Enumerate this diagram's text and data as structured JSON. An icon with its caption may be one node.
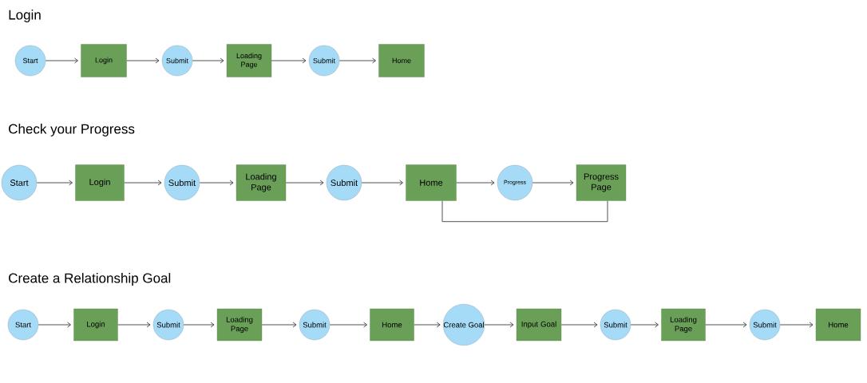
{
  "diagram": {
    "nodes": [
      {
        "text": [
          "Start"
        ]
      },
      {
        "text": [
          "Login"
        ]
      },
      {
        "text": [
          "Submit"
        ]
      },
      {
        "text": [
          "Loading Page"
        ]
      },
      {
        "text": [
          "Submit"
        ]
      },
      {
        "text": [
          "Home"
        ]
      },
      {
        "text": [
          "Start"
        ]
      },
      {
        "text": [
          "Login"
        ]
      },
      {
        "text": [
          "Submit"
        ]
      },
      {
        "text": [
          "Loading Page"
        ]
      },
      {
        "text": [
          "Submit"
        ]
      },
      {
        "text": [
          "Home"
        ]
      },
      {
        "text": [
          "Progress"
        ]
      },
      {
        "text": [
          "Progress Page"
        ]
      },
      {
        "text": [
          "Start"
        ]
      },
      {
        "text": [
          "Login"
        ]
      },
      {
        "text": [
          "Submit"
        ]
      },
      {
        "text": [
          "Loading Page"
        ]
      },
      {
        "text": [
          "Submit"
        ]
      },
      {
        "text": [
          "Home"
        ]
      },
      {
        "text": [
          "Create Goal"
        ]
      },
      {
        "text": [
          "Input Goal"
        ]
      },
      {
        "text": [
          "Submit"
        ]
      },
      {
        "text": [
          "Loading Page"
        ]
      },
      {
        "text": [
          "Submit"
        ]
      },
      {
        "text": [
          "Home"
        ]
      }
    ],
    "edges": [
      {
        "from": 0,
        "to": 1,
        "arrow": "to"
      },
      {
        "from": 1,
        "to": 2,
        "arrow": "to"
      },
      {
        "from": 2,
        "to": 3,
        "arrow": "to"
      },
      {
        "from": 3,
        "to": 4,
        "arrow": "to"
      },
      {
        "from": 4,
        "to": 5,
        "arrow": "to"
      },
      {
        "from": 6,
        "to": 7,
        "arrow": "to"
      },
      {
        "from": 7,
        "to": 8,
        "arrow": "to"
      },
      {
        "from": 8,
        "to": 9,
        "arrow": "to"
      },
      {
        "from": 9,
        "to": 10,
        "arrow": "to"
      },
      {
        "from": 10,
        "to": 11,
        "arrow": "to"
      },
      {
        "from": 11,
        "to": 12,
        "arrow": "to"
      },
      {
        "from": 12,
        "to": 13,
        "arrow": "to"
      },
      {
        "from": 11,
        "to": 13,
        "arrow": "none"
      },
      {
        "from": 14,
        "to": 15,
        "arrow": "to"
      },
      {
        "from": 15,
        "to": 16,
        "arrow": "to"
      },
      {
        "from": 16,
        "to": 17,
        "arrow": "to"
      },
      {
        "from": 17,
        "to": 18,
        "arrow": "to"
      },
      {
        "from": 18,
        "to": 19,
        "arrow": "to"
      },
      {
        "from": 19,
        "to": 20,
        "arrow": "to"
      },
      {
        "from": 20,
        "to": 21,
        "arrow": "to"
      },
      {
        "from": 21,
        "to": 22,
        "arrow": "to"
      },
      {
        "from": 22,
        "to": 23,
        "arrow": "to"
      },
      {
        "from": 23,
        "to": 24,
        "arrow": "to"
      },
      {
        "from": 24,
        "to": 25,
        "arrow": "to"
      }
    ],
    "labels": [
      "Login",
      "Check your Progress",
      "Create a Relationship Goal"
    ]
  }
}
